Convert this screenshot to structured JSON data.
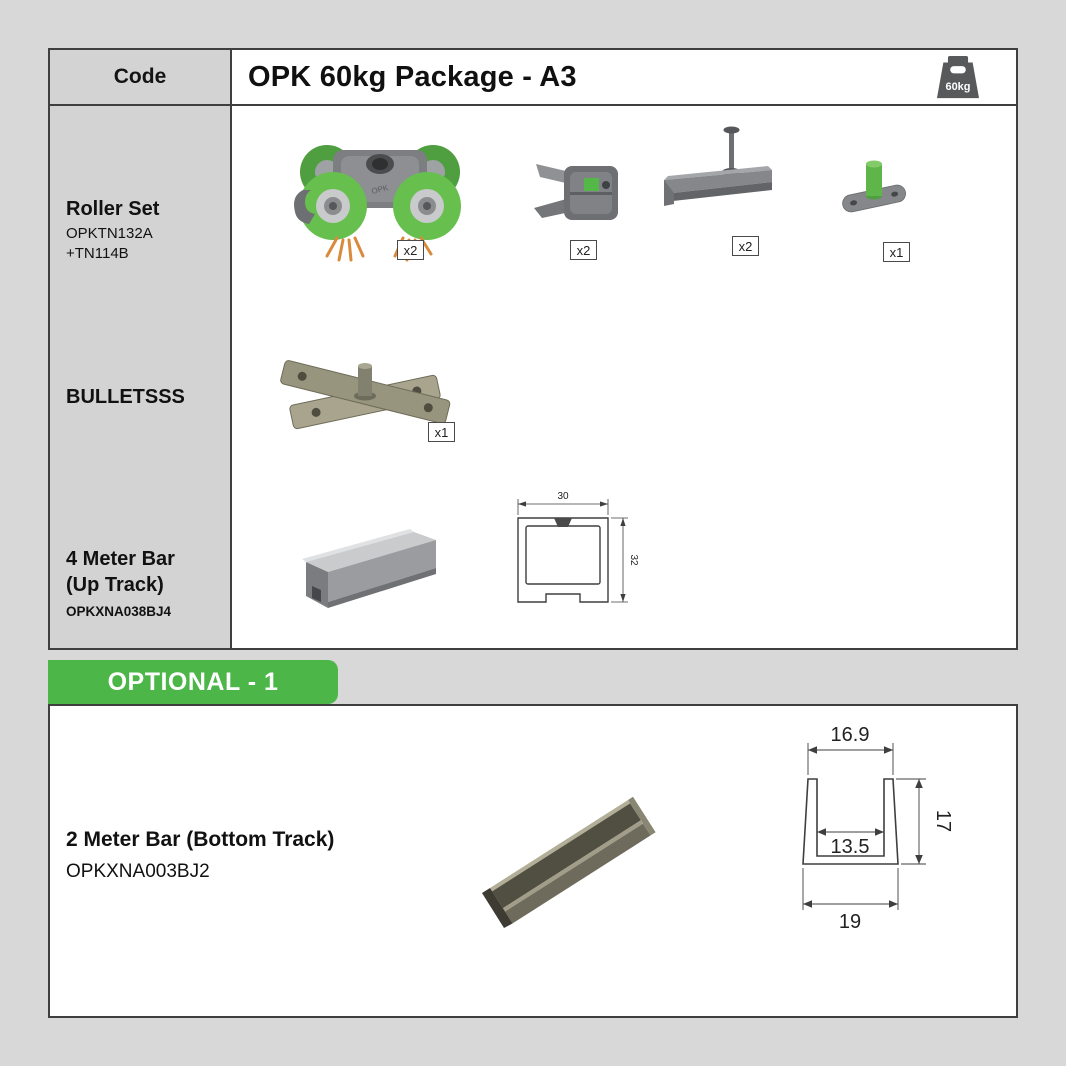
{
  "colors": {
    "accent_green": "#4cb648",
    "roller_green": "#67bf4e",
    "badge_gray": "#58595b",
    "border_dark": "#3f3f3f"
  },
  "header": {
    "code_label": "Code",
    "title": "OPK 60kg Package - A3",
    "weight_badge_label": "60kg"
  },
  "roller_row": {
    "label_title": "Roller Set",
    "label_code1": "OPKTN132A",
    "label_code2": "+TN114B",
    "body_mark": "OPK",
    "qty_roller": "x2",
    "qty_clamp": "x2",
    "qty_stopper": "x2",
    "qty_guide": "x1"
  },
  "pivot_row": {
    "label_title": "BULLETSSS",
    "qty_pivot": "x1"
  },
  "uptrack_row": {
    "label_line1": "4 Meter Bar",
    "label_line2": "(Up Track)",
    "label_code": "OPKXNA038BJ4",
    "dim_width": "30",
    "dim_height": "32"
  },
  "optional": {
    "banner_label": "OPTIONAL - 1"
  },
  "bottom_track": {
    "title": "2 Meter Bar (Bottom Track)",
    "code": "OPKXNA003BJ2",
    "dim_top": "16.9",
    "dim_height": "17",
    "dim_inner": "13.5",
    "dim_outer": "19"
  }
}
